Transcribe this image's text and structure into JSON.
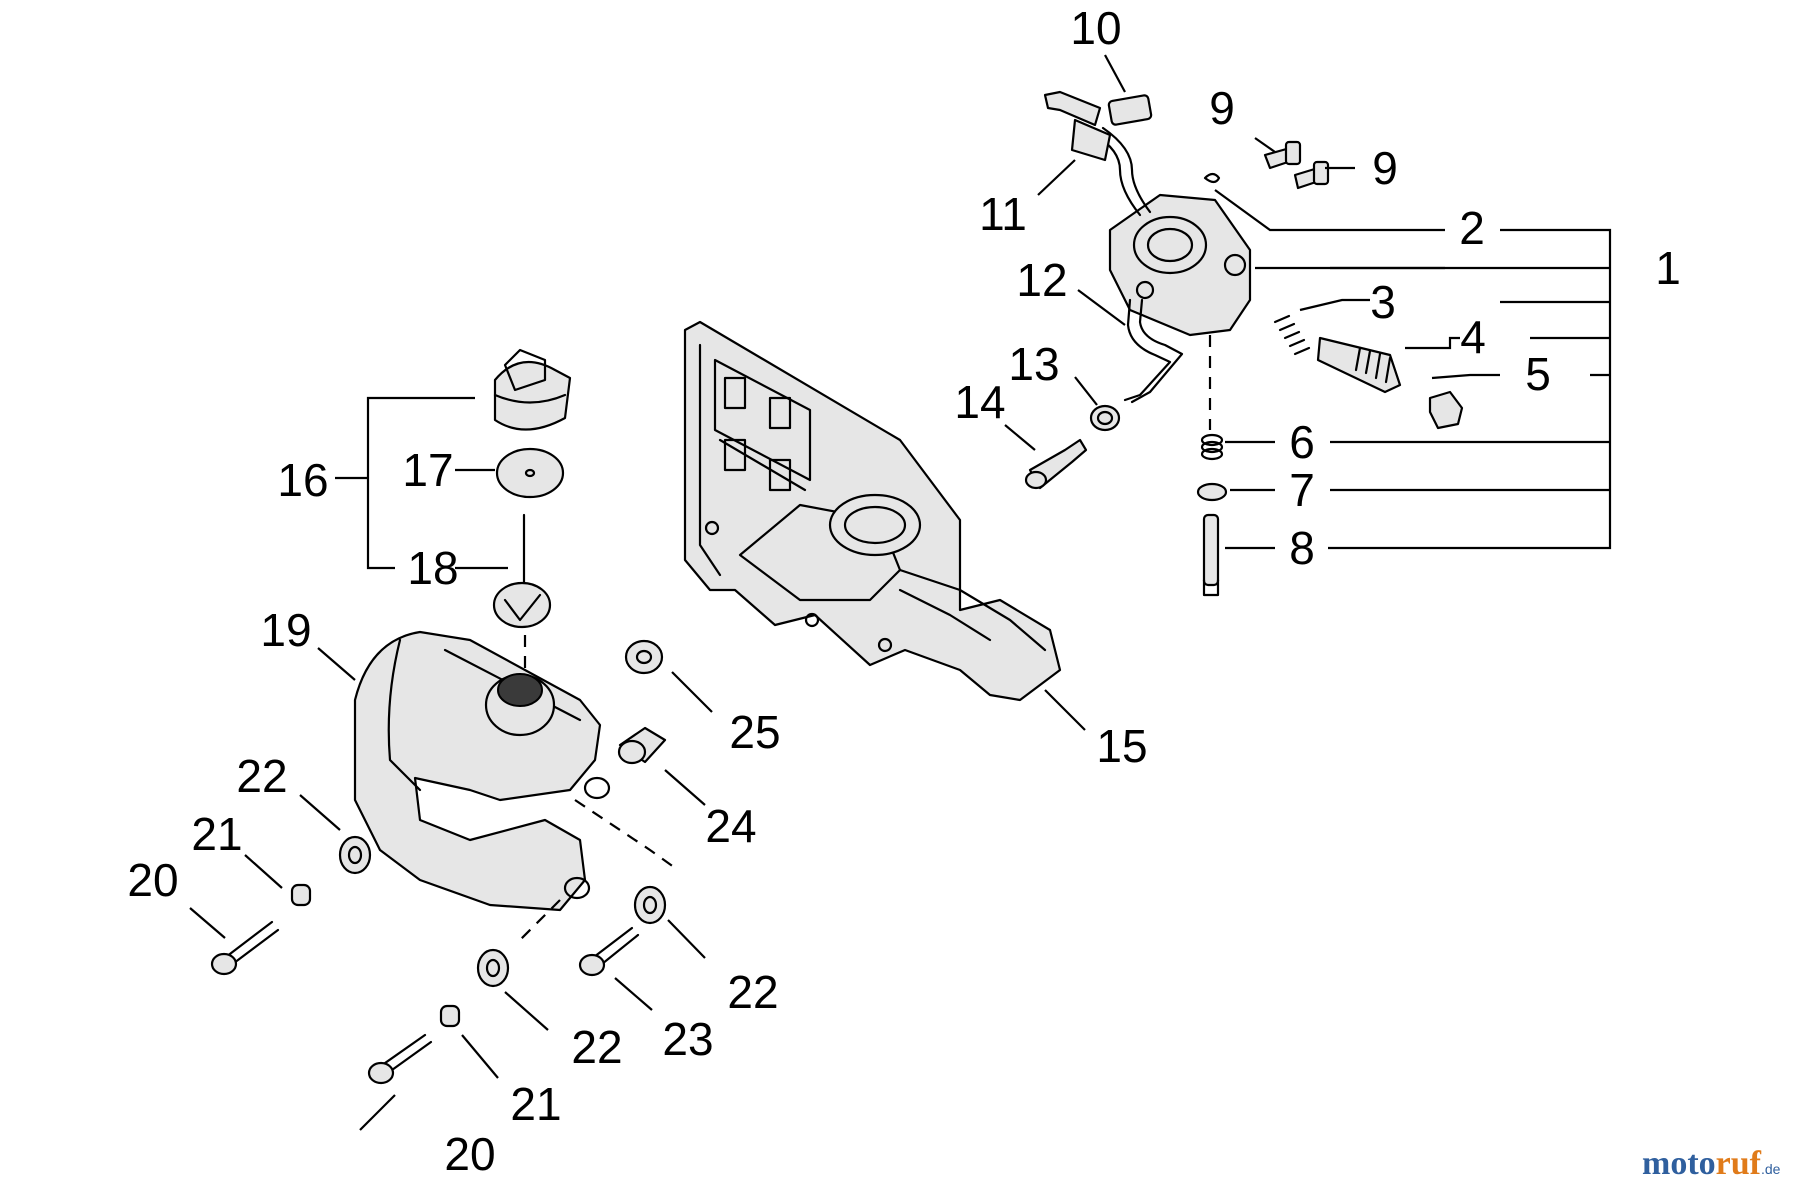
{
  "labels": {
    "n1": "1",
    "n2": "2",
    "n3": "3",
    "n4": "4",
    "n5": "5",
    "n6": "6",
    "n7": "7",
    "n8": "8",
    "n9a": "9",
    "n9b": "9",
    "n10": "10",
    "n11": "11",
    "n12": "12",
    "n13": "13",
    "n14": "14",
    "n15": "15",
    "n16": "16",
    "n17": "17",
    "n18": "18",
    "n19": "19",
    "n20a": "20",
    "n20b": "20",
    "n21a": "21",
    "n21b": "21",
    "n22a": "22",
    "n22b": "22",
    "n22c": "22",
    "n23": "23",
    "n24": "24",
    "n25": "25"
  },
  "watermark": {
    "brand_a": "moto",
    "brand_b": "ruf",
    "tld": ".de"
  },
  "colors": {
    "line": "#000000",
    "part_fill": "#e6e6e6",
    "brand_blue": "#2f5f9e",
    "brand_orange": "#e07b1a"
  }
}
